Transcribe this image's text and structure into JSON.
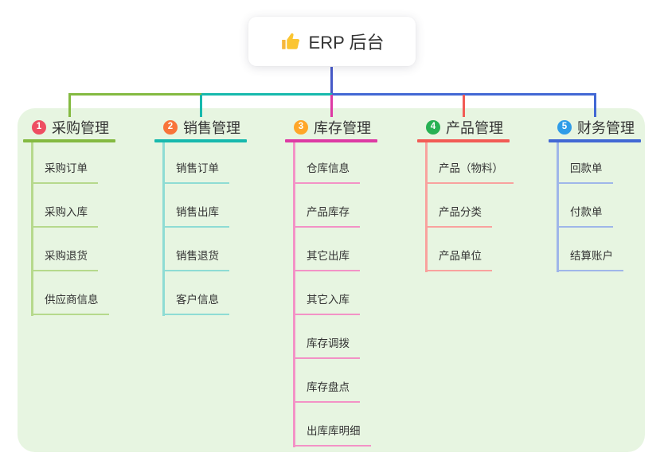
{
  "root": {
    "label": "ERP 后台",
    "icon": "thumbs-up",
    "line_color": "#4659c8"
  },
  "canvas": {
    "background": "#ffffff",
    "panel_color": "#e7f5e1",
    "text_color": "#333333"
  },
  "branches": [
    {
      "num": "1",
      "label": "采购管理",
      "badge_color": "#ee4e62",
      "line_color": "#84ba41",
      "child_line_color": "#b6d98c",
      "children": [
        "采购订单",
        "采购入库",
        "采购退货",
        "供应商信息"
      ]
    },
    {
      "num": "2",
      "label": "销售管理",
      "badge_color": "#f8743a",
      "line_color": "#17b9ad",
      "child_line_color": "#8edcd4",
      "children": [
        "销售订单",
        "销售出库",
        "销售退货",
        "客户信息"
      ]
    },
    {
      "num": "3",
      "label": "库存管理",
      "badge_color": "#ffa629",
      "line_color": "#dd3aa4",
      "child_line_color": "#f392c6",
      "children": [
        "仓库信息",
        "产品库存",
        "其它出库",
        "其它入库",
        "库存调拨",
        "库存盘点",
        "出库库明细"
      ]
    },
    {
      "num": "4",
      "label": "产品管理",
      "badge_color": "#27b153",
      "line_color": "#f25b55",
      "child_line_color": "#f9a29e",
      "children": [
        "产品（物料）",
        "产品分类",
        "产品单位"
      ]
    },
    {
      "num": "5",
      "label": "财务管理",
      "badge_color": "#2f9ce8",
      "line_color": "#4268d4",
      "child_line_color": "#9fb6e9",
      "children": [
        "回款单",
        "付款单",
        "结算账户"
      ]
    }
  ]
}
